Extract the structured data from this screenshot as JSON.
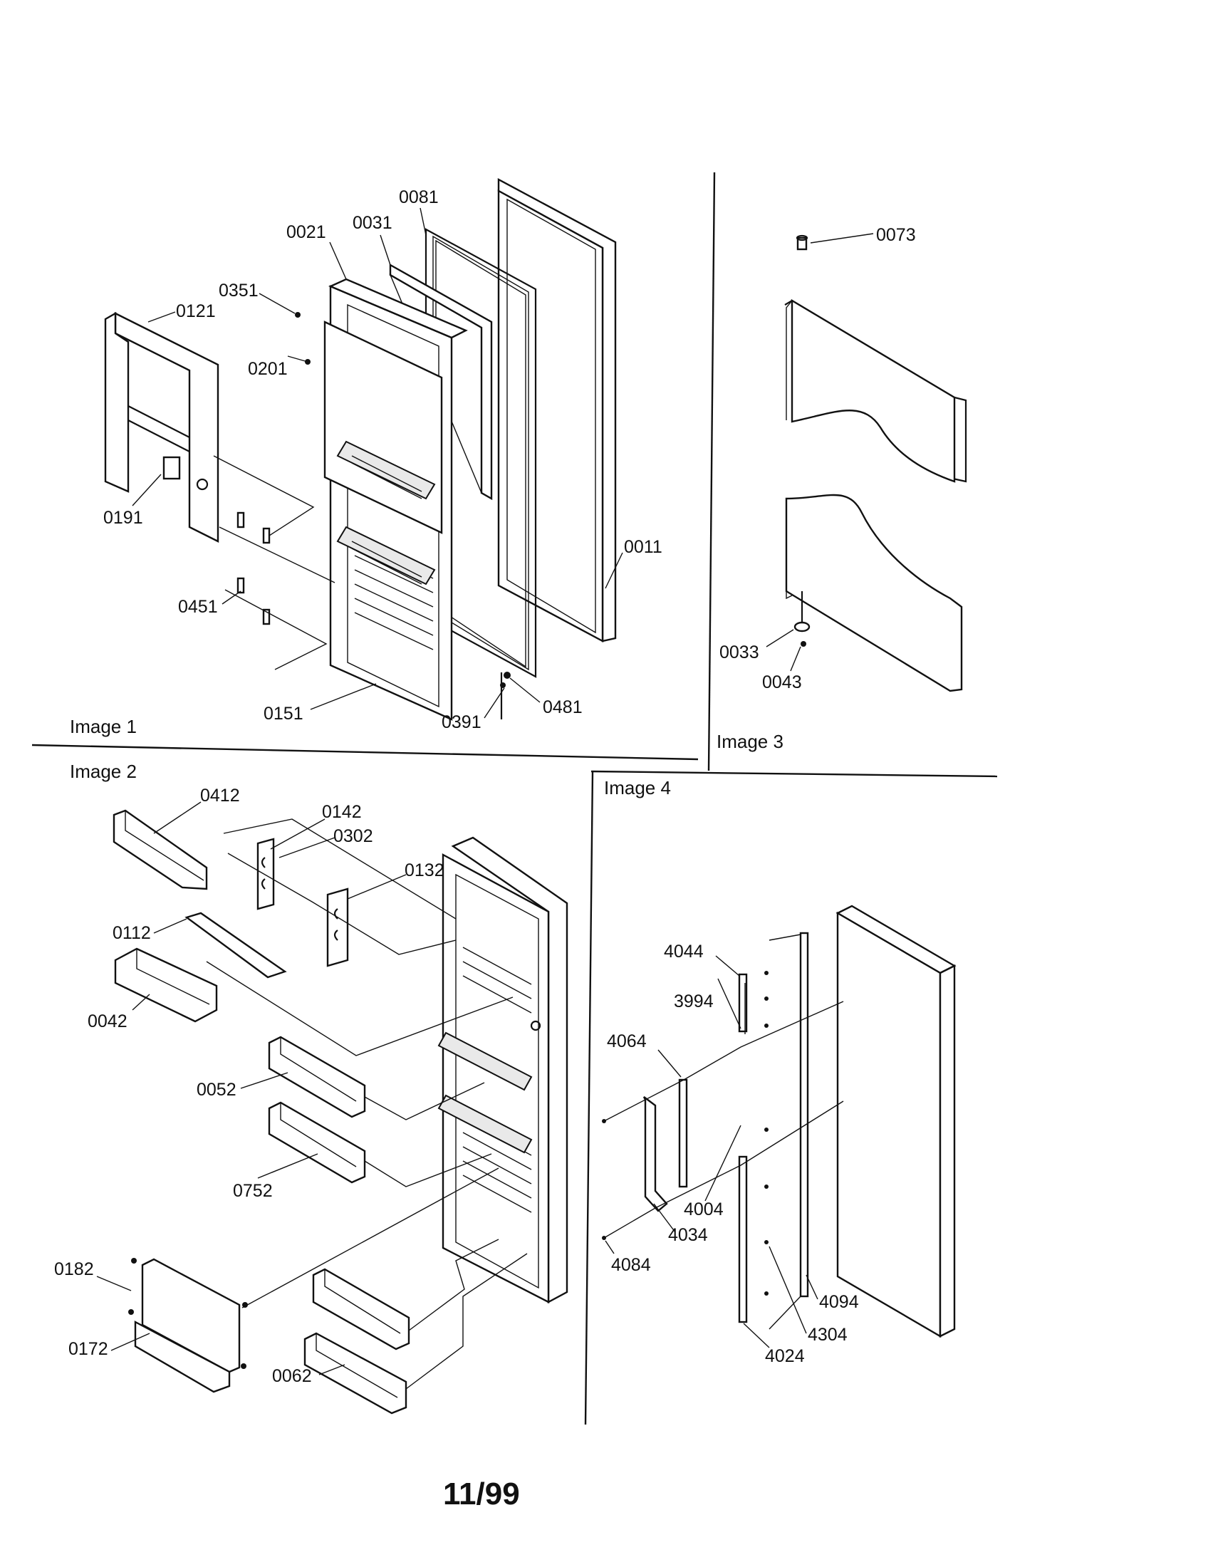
{
  "panels": {
    "image1": {
      "title": "Image 1",
      "labels": [
        "0081",
        "0031",
        "0021",
        "0351",
        "0121",
        "0201",
        "0191",
        "0011",
        "0451",
        "0151",
        "0391",
        "0481"
      ]
    },
    "image2": {
      "title": "Image 2",
      "labels": [
        "0412",
        "0142",
        "0302",
        "0132",
        "0112",
        "0042",
        "0052",
        "0752",
        "0182",
        "0172",
        "0062"
      ]
    },
    "image3": {
      "title": "Image 3",
      "labels": [
        "0073",
        "0033",
        "0043"
      ]
    },
    "image4": {
      "title": "Image 4",
      "labels": [
        "4044",
        "3994",
        "4064",
        "4004",
        "4034",
        "4084",
        "4094",
        "4304",
        "4024"
      ]
    }
  },
  "footer": {
    "date": "11/99"
  }
}
